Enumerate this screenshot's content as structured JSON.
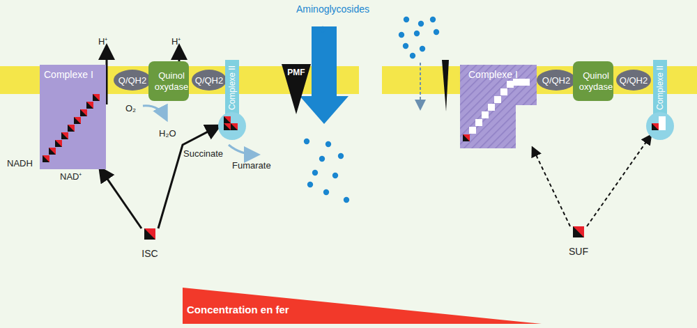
{
  "diagram": {
    "nodes": [
      {
        "text": [
          "Complexe I"
        ]
      },
      {
        "text": [
          "Q/QH2"
        ]
      },
      {
        "text": [
          "Quinol oxydase"
        ]
      },
      {
        "text": [
          "Q/QH2"
        ]
      },
      {
        "text": [
          "Complexe II"
        ]
      },
      {
        "text": [
          "PMF"
        ]
      },
      {
        "text": [
          "Complexe I"
        ]
      },
      {
        "text": [
          "Q/QH2"
        ]
      },
      {
        "text": [
          "Quinol oxydase"
        ]
      },
      {
        "text": [
          "Q/QH2"
        ]
      },
      {
        "text": [
          "Complexe II"
        ]
      },
      {
        "text": [
          "ISC"
        ]
      },
      {
        "text": [
          "SUF"
        ]
      },
      {
        "text": [
          "Concentration en fer"
        ]
      }
    ],
    "edges": [
      {
        "from": 11,
        "to": 0,
        "arrow": "to"
      },
      {
        "from": 11,
        "to": 4,
        "arrow": "to"
      },
      {
        "from": 12,
        "to": 6,
        "arrow": "to"
      },
      {
        "from": 12,
        "to": 10,
        "arrow": "to"
      }
    ],
    "labels": [
      "Aminoglycosides",
      "H⁺",
      "H⁺",
      "O₂",
      "H₂O",
      "NADH",
      "NAD⁺",
      "Succinate",
      "Fumarate"
    ]
  }
}
